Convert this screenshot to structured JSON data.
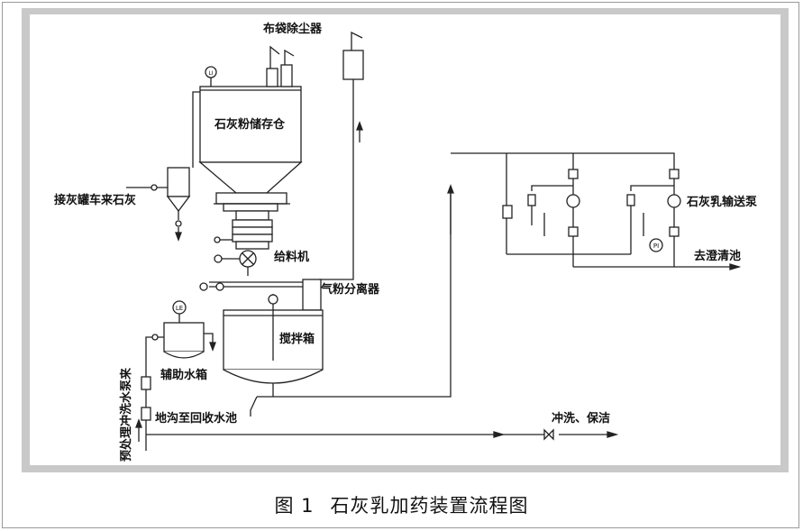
{
  "labels": {
    "dust_collector": "布袋除尘器",
    "silo": "石灰粉储存仓",
    "truck_inlet": "接灰罐车来石灰",
    "feeder": "给料机",
    "air_separator": "气粉分离器",
    "mixing_tank": "搅拌箱",
    "aux_tank": "辅助水箱",
    "trench": "地沟至回收水池",
    "pretreat_pump": "预处理冲洗水泵来",
    "flush": "冲洗、保洁",
    "milk_pump": "石灰乳输送泵",
    "to_clarifier": "去澄清池"
  },
  "instruments": {
    "silo_level": "LI",
    "aux_level": "LE",
    "pressure": "PI"
  },
  "caption": {
    "figure_no": "图 1",
    "title": "石灰乳加药装置流程图"
  }
}
